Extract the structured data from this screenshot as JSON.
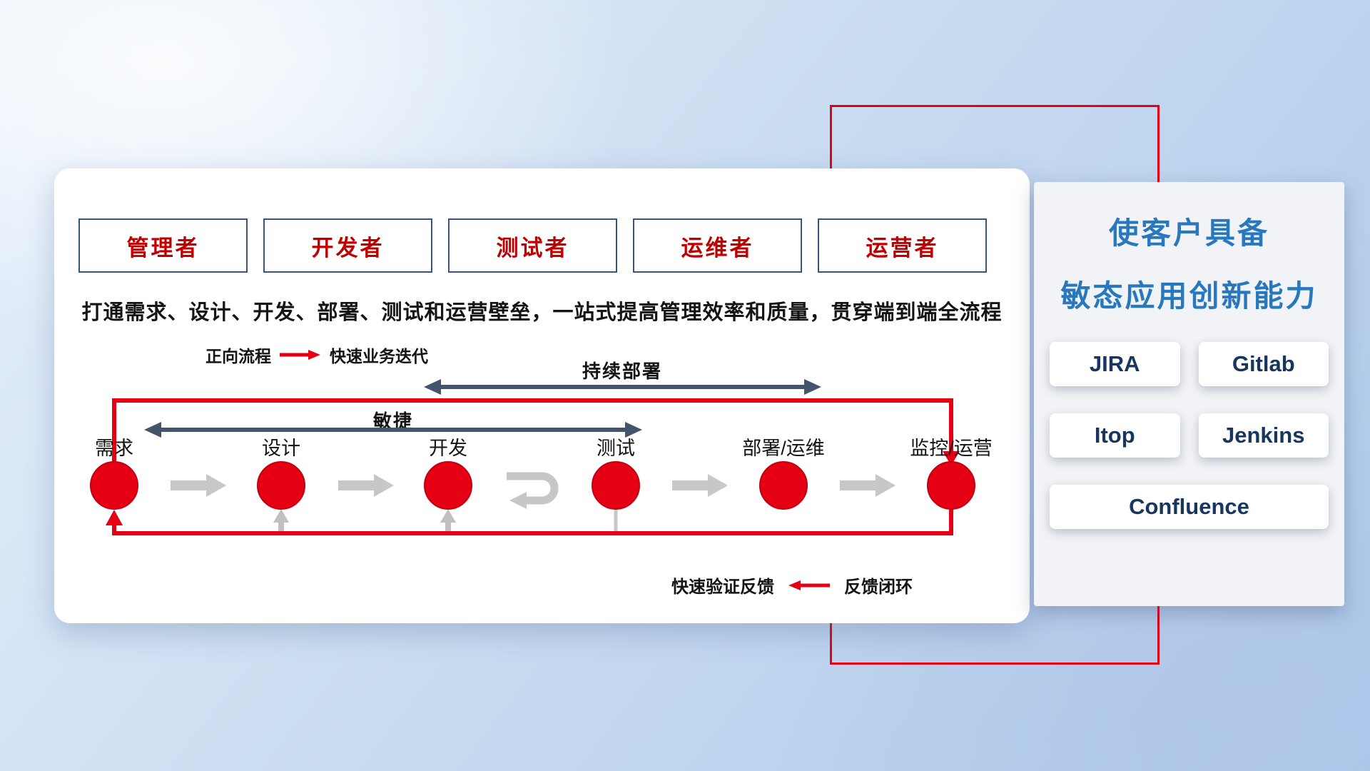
{
  "roles": [
    "管理者",
    "开发者",
    "测试者",
    "运维者",
    "运营者"
  ],
  "subtitle": "打通需求、设计、开发、部署、测试和运营壁垒，一站式提高管理效率和质量，贯穿端到端全流程",
  "legend_forward": {
    "label": "正向流程",
    "desc": "快速业务迭代"
  },
  "flow_arrows": {
    "continuous_deploy": "持续部署",
    "agile": "敏捷"
  },
  "nodes": [
    "需求",
    "设计",
    "开发",
    "测试",
    "部署/运维",
    "监控/运营"
  ],
  "legend_feedback": {
    "desc": "快速验证反馈",
    "label": "反馈闭环"
  },
  "panel": {
    "title_line1": "使客户具备",
    "title_line2": "敏态应用创新能力",
    "tools": [
      "JIRA",
      "Gitlab",
      "Itop",
      "Jenkins",
      "Confluence"
    ]
  },
  "colors": {
    "red_primary": "#e60013",
    "role_text_red": "#c00000",
    "role_border_navy": "#3a547e",
    "dark_arrow": "#44546a",
    "gray_arrow": "#c7c7c7",
    "panel_title_blue": "#2878be",
    "tool_text_navy": "#17365d"
  }
}
